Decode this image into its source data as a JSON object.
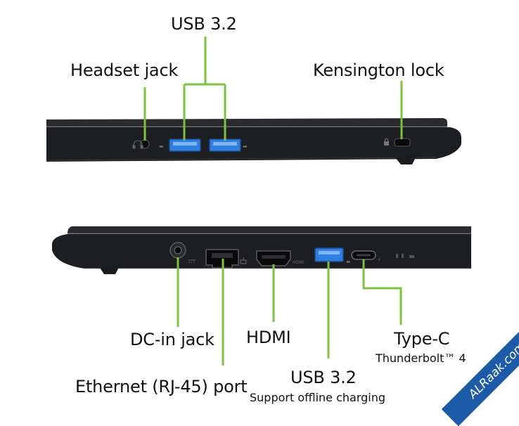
{
  "colors": {
    "callout_line": "#7dc242",
    "chassis": "#1d1e21",
    "chassis_edge": "#3a3b40",
    "usb_blue": "#2f7fe0",
    "banner": "#1d5aa8"
  },
  "top_view": {
    "labels": {
      "usb": "USB 3.2",
      "headset": "Headset jack",
      "kensington": "Kensington lock"
    }
  },
  "bottom_view": {
    "labels": {
      "dc_in": "DC-in jack",
      "hdmi": "HDMI",
      "type_c": "Type-C",
      "type_c_sub": "Thunderbolt™ 4",
      "ethernet": "Ethernet (RJ-45) port",
      "usb": "USB 3.2",
      "usb_sub": "Support offline charging"
    }
  },
  "watermark": "ALRaak.com"
}
